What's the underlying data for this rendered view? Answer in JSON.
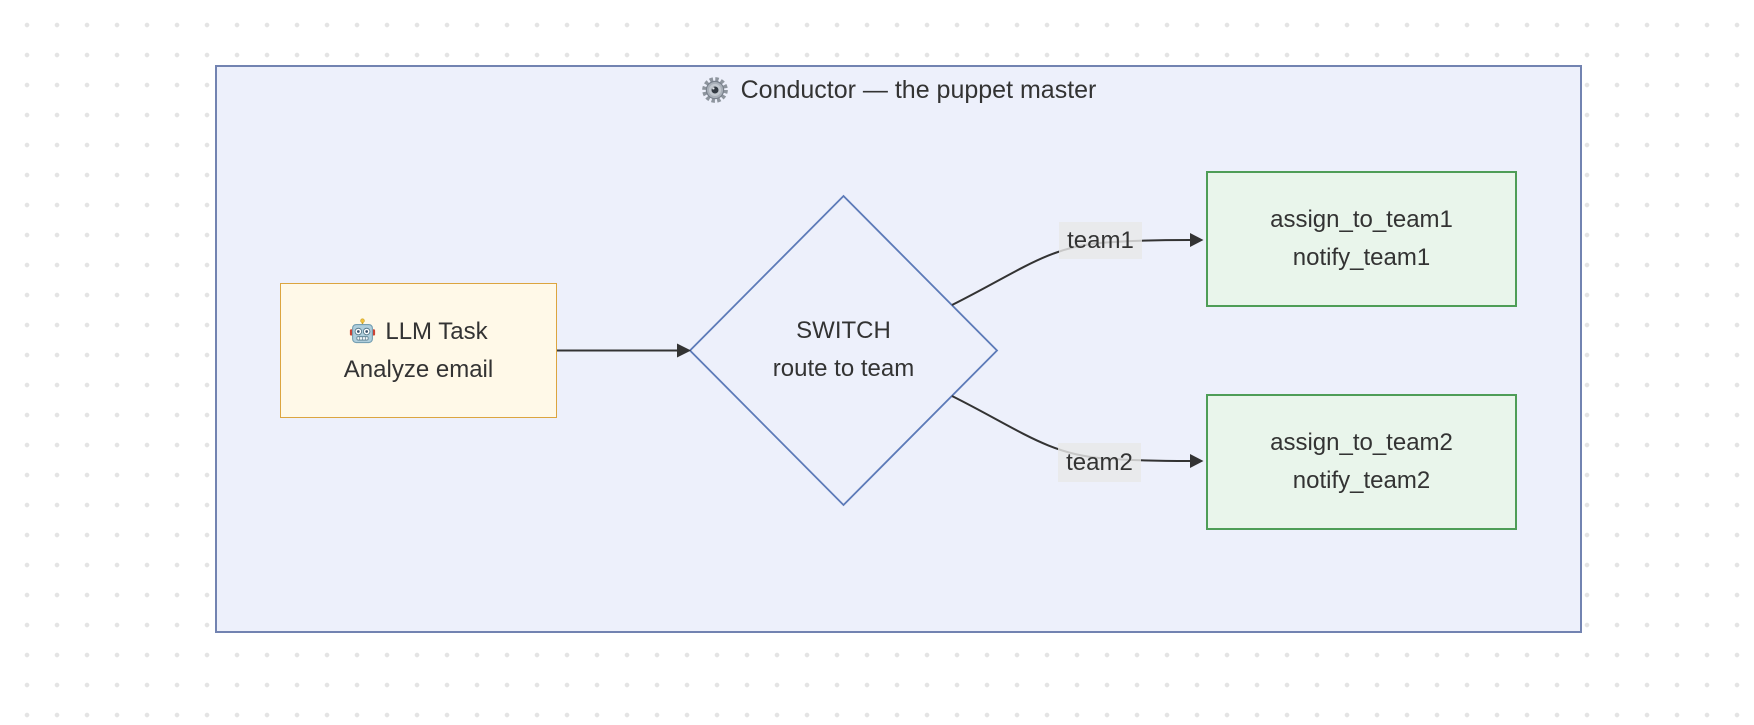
{
  "diagram": {
    "canvas": {
      "background": "#ffffff",
      "dot_color": "#e4e4e4"
    },
    "cluster": {
      "title": "Conductor — the puppet master",
      "icon": "gear-icon",
      "fill": "#edf0fb",
      "border_color": "#7283b1"
    },
    "nodes": {
      "llm_task": {
        "icon": "robot-icon",
        "line1": "LLM Task",
        "line2": "Analyze email",
        "fill": "#fff9e8",
        "border_color": "#dca53f"
      },
      "switch": {
        "line1": "SWITCH",
        "line2": "route to team",
        "shape": "diamond",
        "fill": "#edf0fb",
        "border_color": "#5c7ab8"
      },
      "team1": {
        "line1": "assign_to_team1",
        "line2": "notify_team1",
        "fill": "#e9f5eb",
        "border_color": "#4e9d57"
      },
      "team2": {
        "line1": "assign_to_team2",
        "line2": "notify_team2",
        "fill": "#e9f5eb",
        "border_color": "#4e9d57"
      }
    },
    "edges": {
      "line_color": "#333333",
      "label_bg": "#e8e8e8",
      "switch_to_team1": {
        "label": "team1"
      },
      "switch_to_team2": {
        "label": "team2"
      }
    }
  }
}
